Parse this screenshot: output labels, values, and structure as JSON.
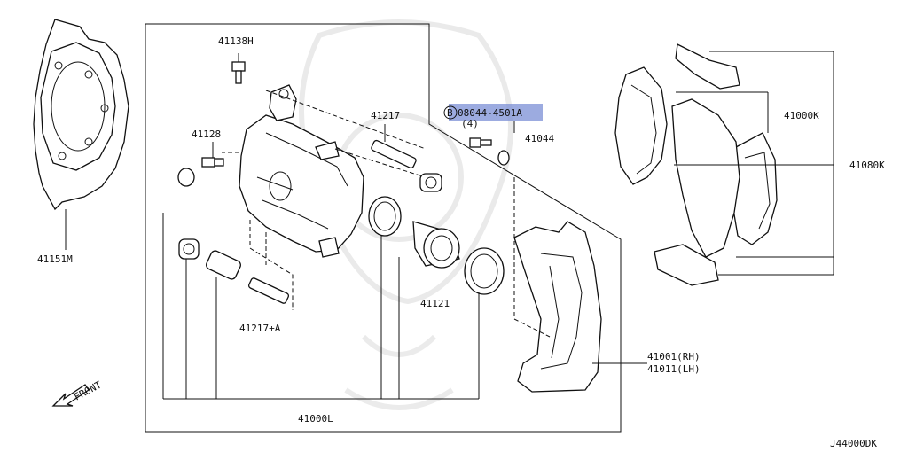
{
  "diagram": {
    "code": "J44000DK",
    "front_label": "FRONT",
    "parts": [
      {
        "id": "41151M",
        "label": "41151M"
      },
      {
        "id": "41138H",
        "label": "41138H"
      },
      {
        "id": "41128",
        "label": "41128"
      },
      {
        "id": "41217",
        "label": "41217"
      },
      {
        "id": "41217A",
        "label": "41217+A"
      },
      {
        "id": "41121",
        "label": "41121"
      },
      {
        "id": "41000L",
        "label": "41000L"
      },
      {
        "id": "08044",
        "label": "08044-4501A",
        "prefix": "B",
        "qty": "(4)",
        "highlighted": true,
        "highlight_color": "#7b8fd6"
      },
      {
        "id": "41044",
        "label": "41044"
      },
      {
        "id": "41000K",
        "label": "41000K"
      },
      {
        "id": "41080K",
        "label": "41080K"
      },
      {
        "id": "41001RH",
        "label": "41001(RH)"
      },
      {
        "id": "41011LH",
        "label": "41011(LH)"
      }
    ]
  }
}
